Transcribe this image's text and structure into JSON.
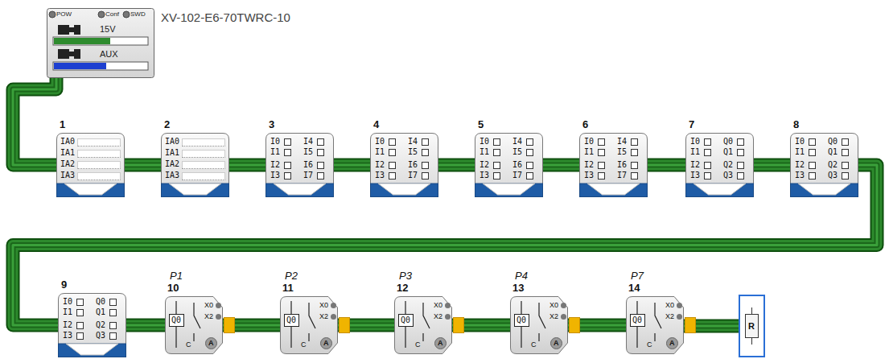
{
  "diagram": {
    "nodes": [
      {
        "text": [
          "XV-102-E6-70TWRC-10",
          "POW",
          "Conf",
          "SWD",
          "15V",
          "AUX"
        ]
      },
      {
        "text": [
          "1",
          "IA0",
          "IA1",
          "IA2",
          "IA3"
        ]
      },
      {
        "text": [
          "2",
          "IA0",
          "IA1",
          "IA2",
          "IA3"
        ]
      },
      {
        "text": [
          "3",
          "I0",
          "I1",
          "I2",
          "I3",
          "I4",
          "I5",
          "I6",
          "I7"
        ]
      },
      {
        "text": [
          "4",
          "I0",
          "I1",
          "I2",
          "I3",
          "I4",
          "I5",
          "I6",
          "I7"
        ]
      },
      {
        "text": [
          "5",
          "I0",
          "I1",
          "I2",
          "I3",
          "I4",
          "I5",
          "I6",
          "I7"
        ]
      },
      {
        "text": [
          "6",
          "I0",
          "I1",
          "I2",
          "I3",
          "I4",
          "I5",
          "I6",
          "I7"
        ]
      },
      {
        "text": [
          "7",
          "I0",
          "I1",
          "I2",
          "I3",
          "Q0",
          "Q1",
          "Q2",
          "Q3"
        ]
      },
      {
        "text": [
          "8",
          "I0",
          "I1",
          "I2",
          "I3",
          "Q0",
          "Q1",
          "Q2",
          "Q3"
        ]
      },
      {
        "text": [
          "9",
          "I0",
          "I1",
          "I2",
          "I3",
          "Q0",
          "Q1",
          "Q2",
          "Q3"
        ]
      },
      {
        "text": [
          "P1",
          "10",
          "Q0",
          "X0",
          "X2",
          "C",
          "A"
        ]
      },
      {
        "text": [
          "P2",
          "11",
          "Q0",
          "X0",
          "X2",
          "C",
          "A"
        ]
      },
      {
        "text": [
          "P3",
          "12",
          "Q0",
          "X0",
          "X2",
          "C",
          "A"
        ]
      },
      {
        "text": [
          "P4",
          "13",
          "Q0",
          "X0",
          "X2",
          "C",
          "A"
        ]
      },
      {
        "text": [
          "P7",
          "14",
          "Q0",
          "X0",
          "X2",
          "C",
          "A"
        ]
      },
      {
        "text": [
          "R"
        ]
      }
    ],
    "edges": [
      {
        "from": 0,
        "to": 1,
        "arrow": "none"
      },
      {
        "from": 1,
        "to": 2,
        "arrow": "none"
      },
      {
        "from": 2,
        "to": 3,
        "arrow": "none"
      },
      {
        "from": 3,
        "to": 4,
        "arrow": "none"
      },
      {
        "from": 4,
        "to": 5,
        "arrow": "none"
      },
      {
        "from": 5,
        "to": 6,
        "arrow": "none"
      },
      {
        "from": 6,
        "to": 7,
        "arrow": "none"
      },
      {
        "from": 7,
        "to": 8,
        "arrow": "none"
      },
      {
        "from": 8,
        "to": 9,
        "arrow": "none"
      },
      {
        "from": 9,
        "to": 10,
        "arrow": "none"
      },
      {
        "from": 10,
        "to": 11,
        "arrow": "none"
      },
      {
        "from": 11,
        "to": 12,
        "arrow": "none"
      },
      {
        "from": 12,
        "to": 13,
        "arrow": "none"
      },
      {
        "from": 13,
        "to": 14,
        "arrow": "none"
      },
      {
        "from": 14,
        "to": 15,
        "arrow": "none"
      }
    ]
  }
}
